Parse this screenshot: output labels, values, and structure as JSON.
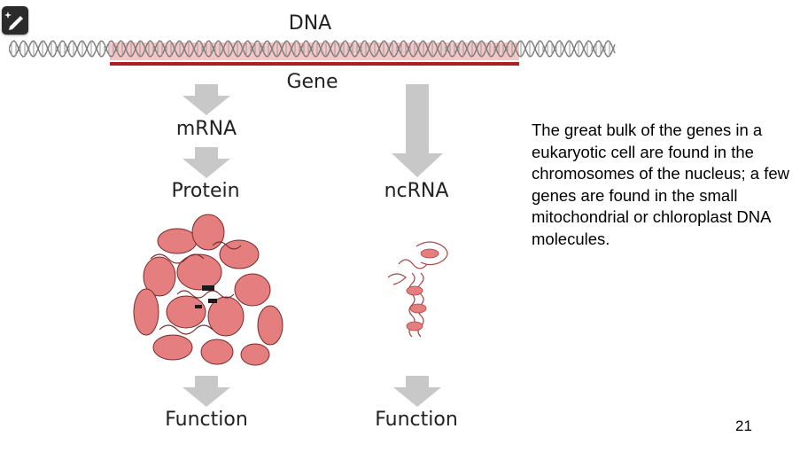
{
  "diagram": {
    "dna_label": "DNA",
    "gene_label": "Gene",
    "mrna_label": "mRNA",
    "protein_label": "Protein",
    "ncrna_label": "ncRNA",
    "function_left": "Function",
    "function_right": "Function"
  },
  "text": {
    "paragraph": "The great bulk of the genes in a eukaryotic cell are found in the chromosomes of the nucleus; a few genes are found in the small mitochondrial or chloroplast DNA molecules."
  },
  "page_number": "21",
  "colors": {
    "arrow": "#c8c8c8",
    "gene_highlight": "#f4c6c6",
    "gene_line": "#b01f1f",
    "structure": "#e57f7f",
    "toolbar_button": "#2b2b2b"
  },
  "icons": {
    "toolbar": "pen-sparkle-icon"
  }
}
